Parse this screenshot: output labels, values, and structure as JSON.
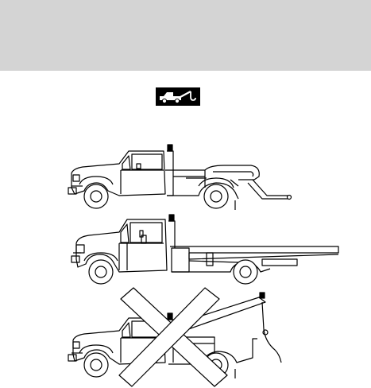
{
  "colors": {
    "header_band": "#d4d4d4",
    "badge_background": "#000000",
    "badge_glyph": "#ffffff",
    "line_art": "#000000"
  },
  "icons": {
    "tow_symbol": "tow-truck-icon",
    "prohibited_mark": "prohibited-x-icon"
  },
  "illustrations": [
    {
      "id": "wheel-lift-tow",
      "allowed": true
    },
    {
      "id": "flatbed-tow",
      "allowed": true
    },
    {
      "id": "sling-tow",
      "allowed": false
    }
  ]
}
